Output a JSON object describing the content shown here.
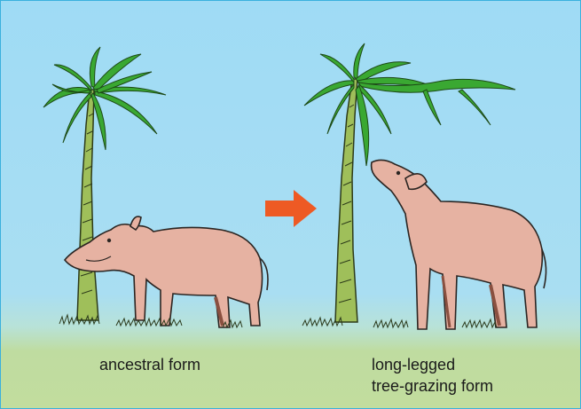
{
  "figure": {
    "captions": {
      "ancestral": "ancestral form",
      "evolved_line1": "long-legged",
      "evolved_line2": "tree-grazing form"
    },
    "colors": {
      "sky": "#9fdbf5",
      "ground": "#bfdca0",
      "frame": "#3ab0dd",
      "arrow": "#ee5a24",
      "animal_body": "#e6b2a2",
      "leaves": "#3aa832",
      "trunk": "#9fbf5a"
    },
    "icons": {
      "transition": "right-arrow-icon"
    }
  }
}
